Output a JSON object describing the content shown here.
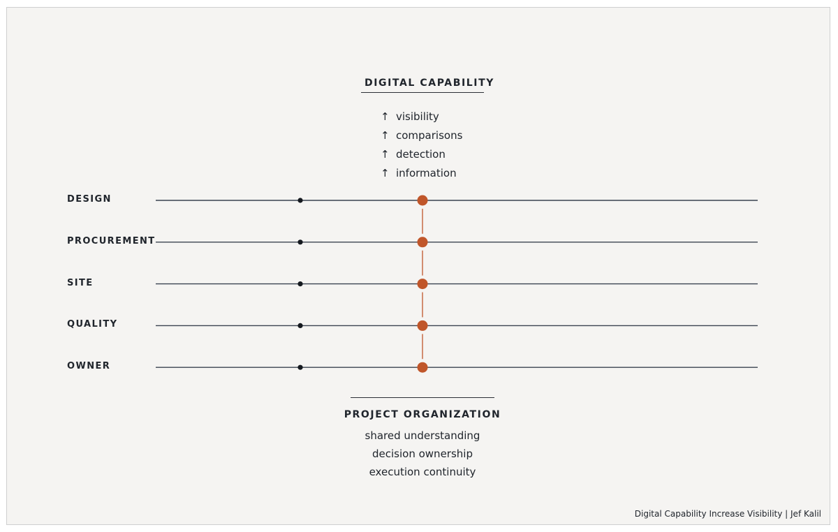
{
  "diagram": {
    "digital_capability": {
      "title": "DIGITAL CAPABILITY",
      "items": [
        {
          "arrow": "↑",
          "label": "visibility"
        },
        {
          "arrow": "↑",
          "label": "comparisons"
        },
        {
          "arrow": "↑",
          "label": "detection"
        },
        {
          "arrow": "↑",
          "label": "information"
        }
      ]
    },
    "rows": [
      {
        "label": "DESIGN"
      },
      {
        "label": "PROCUREMENT"
      },
      {
        "label": "SITE"
      },
      {
        "label": "QUALITY"
      },
      {
        "label": "OWNER"
      }
    ],
    "project_organization": {
      "title": "PROJECT ORGANIZATION",
      "items": [
        "shared understanding",
        "decision ownership",
        "execution continuity"
      ]
    },
    "caption": "Digital Capability Increase Visibility | Jef Kalil",
    "colors": {
      "line": "#3a4350",
      "small_dot": "#15191f",
      "accent": "#c0562a",
      "background": "#f5f4f2"
    }
  }
}
